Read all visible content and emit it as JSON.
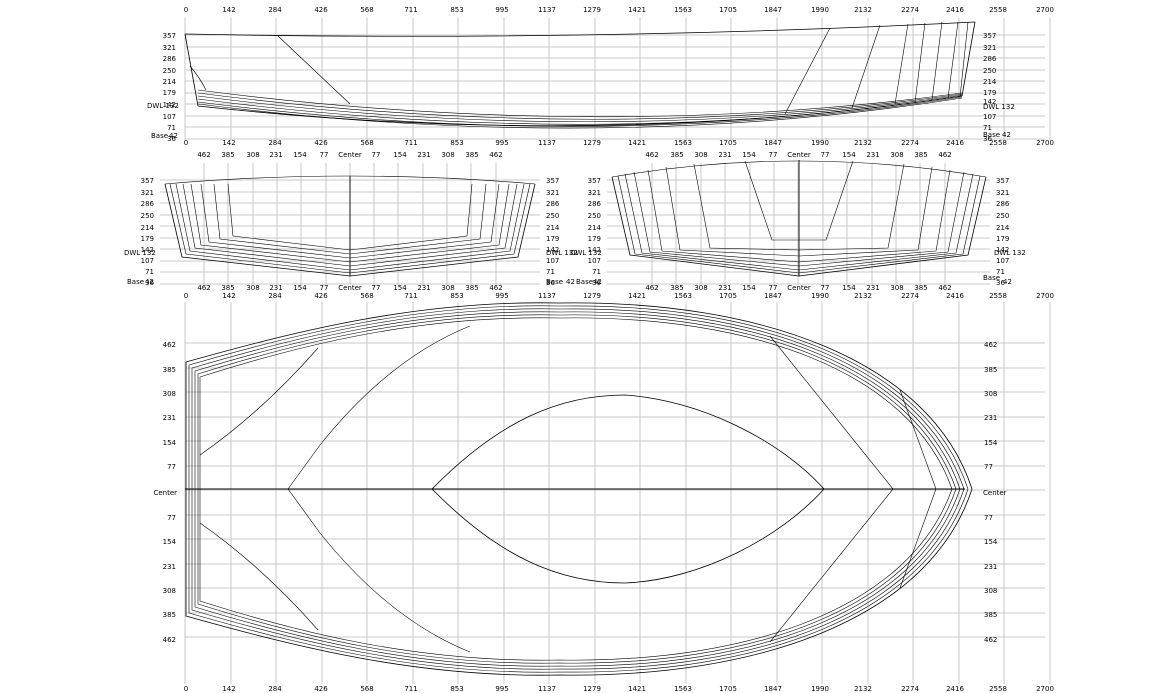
{
  "profile_view": {
    "top_ticks": [
      "0",
      "142",
      "284",
      "426",
      "568",
      "711",
      "853",
      "995",
      "1137",
      "1279",
      "1421",
      "1563",
      "1705",
      "1847",
      "1990",
      "2132",
      "2274",
      "2416",
      "2558",
      "2700"
    ],
    "bottom_ticks": [
      "0",
      "142",
      "284",
      "426",
      "568",
      "711",
      "853",
      "995",
      "1137",
      "1279",
      "1421",
      "1563",
      "1705",
      "1847",
      "1990",
      "2132",
      "2274",
      "2416",
      "2558",
      "2700"
    ],
    "left_ticks": [
      "357",
      "321",
      "286",
      "250",
      "214",
      "179",
      "142",
      "107",
      "71",
      "36"
    ],
    "right_ticks": [
      "357",
      "321",
      "286",
      "250",
      "214",
      "179",
      "142",
      "107",
      "71",
      "36"
    ],
    "left_dwl": "DWL 132",
    "right_dwl": "DWL 132",
    "left_base": "Base",
    "left_base_num": "42",
    "right_base": "Base",
    "right_base_num": "42"
  },
  "body_plan_left": {
    "half_breadth_ticks": [
      "462",
      "385",
      "308",
      "231",
      "154",
      "77",
      "Center",
      "77",
      "154",
      "231",
      "308",
      "385",
      "462"
    ],
    "left_ticks": [
      "357",
      "321",
      "286",
      "250",
      "214",
      "179",
      "142",
      "107",
      "71",
      "36"
    ],
    "right_ticks": [
      "357",
      "321",
      "286",
      "250",
      "214",
      "179",
      "142",
      "107",
      "71",
      "36"
    ],
    "left_dwl": "DWL 132",
    "right_dwl": "DWL 132",
    "left_base": "Base",
    "left_base_num": "42",
    "right_base": "Base",
    "right_base_num": "42"
  },
  "body_plan_right": {
    "half_breadth_ticks": [
      "462",
      "385",
      "308",
      "231",
      "154",
      "77",
      "Center",
      "77",
      "154",
      "231",
      "308",
      "385",
      "462"
    ],
    "left_ticks": [
      "357",
      "321",
      "286",
      "250",
      "214",
      "179",
      "142",
      "107",
      "71",
      "36"
    ],
    "right_ticks": [
      "357",
      "321",
      "286",
      "250",
      "214",
      "179",
      "142",
      "107",
      "71",
      "36"
    ],
    "left_dwl": "DWL 132",
    "right_dwl": "DWL 132",
    "left_base": "Base",
    "left_base_num": "42",
    "right_base": "Base",
    "right_base_num": "42"
  },
  "plan_view": {
    "top_ticks": [
      "0",
      "142",
      "284",
      "426",
      "568",
      "711",
      "853",
      "995",
      "1137",
      "1279",
      "1421",
      "1563",
      "1705",
      "1847",
      "1990",
      "2132",
      "2274",
      "2416",
      "2558",
      "2700"
    ],
    "bottom_ticks": [
      "0",
      "142",
      "284",
      "426",
      "568",
      "711",
      "853",
      "995",
      "1137",
      "1279",
      "1421",
      "1563",
      "1705",
      "1847",
      "1990",
      "2132",
      "2274",
      "2416",
      "2558",
      "2700"
    ],
    "side_ticks": [
      "462",
      "385",
      "308",
      "231",
      "154",
      "77",
      "Center",
      "77",
      "154",
      "231",
      "308",
      "385",
      "462"
    ]
  }
}
